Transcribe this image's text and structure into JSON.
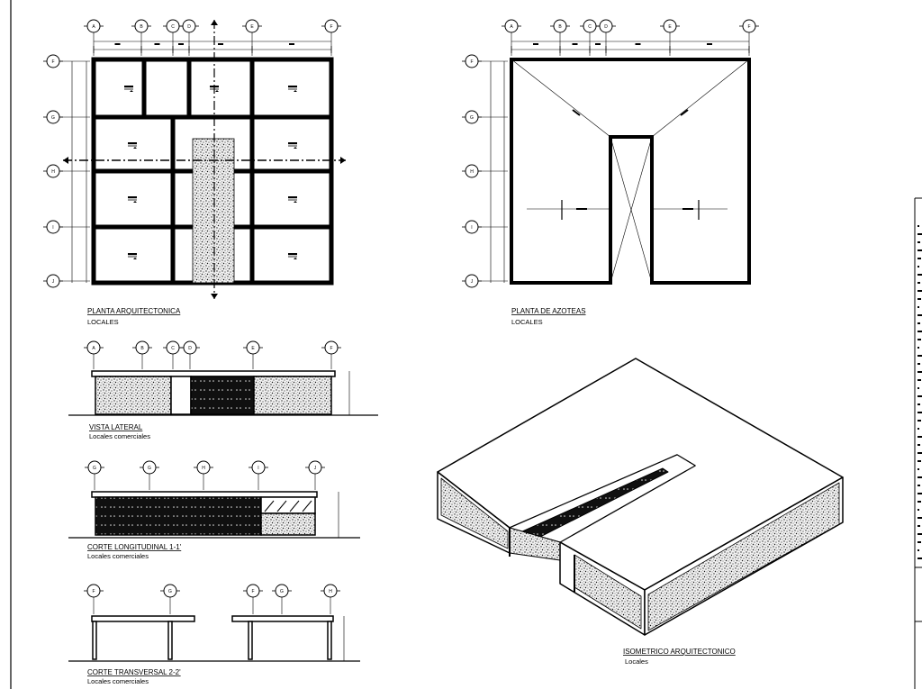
{
  "drawings": {
    "plan": {
      "title": "PLANTA ARQUITECTONICA",
      "subtitle": "LOCALES"
    },
    "roof": {
      "title": "PLANTA DE AZOTEAS",
      "subtitle": "LOCALES"
    },
    "side": {
      "title": "VISTA LATERAL",
      "subtitle": "Locales comerciales"
    },
    "long": {
      "title": "CORTE LONGITUDINAL 1-1'",
      "subtitle": "Locales comerciales"
    },
    "trans": {
      "title": "CORTE TRANSVERSAL 2-2'",
      "subtitle": "Locales comerciales"
    },
    "iso": {
      "title": "ISOMETRICO ARQUITECTONICO",
      "subtitle": "Locales"
    }
  },
  "axes": {
    "plan_cols": [
      "A",
      "B",
      "C",
      "D",
      "E",
      "F"
    ],
    "plan_rows": [
      "F",
      "G",
      "H",
      "I",
      "J"
    ],
    "roof_cols": [
      "A",
      "B",
      "C",
      "D",
      "E",
      "F"
    ],
    "roof_rows": [
      "F",
      "G",
      "H",
      "I",
      "J"
    ],
    "side_cols": [
      "A",
      "B",
      "C",
      "D",
      "E",
      "F"
    ],
    "long_cols": [
      "G",
      "G",
      "H",
      "I",
      "J"
    ],
    "trans_cols": [
      "F",
      "G",
      "F",
      "G",
      "H"
    ]
  },
  "colors": {
    "ink": "#000000",
    "paper": "#ffffff",
    "hatch": "#9a9a9a"
  }
}
